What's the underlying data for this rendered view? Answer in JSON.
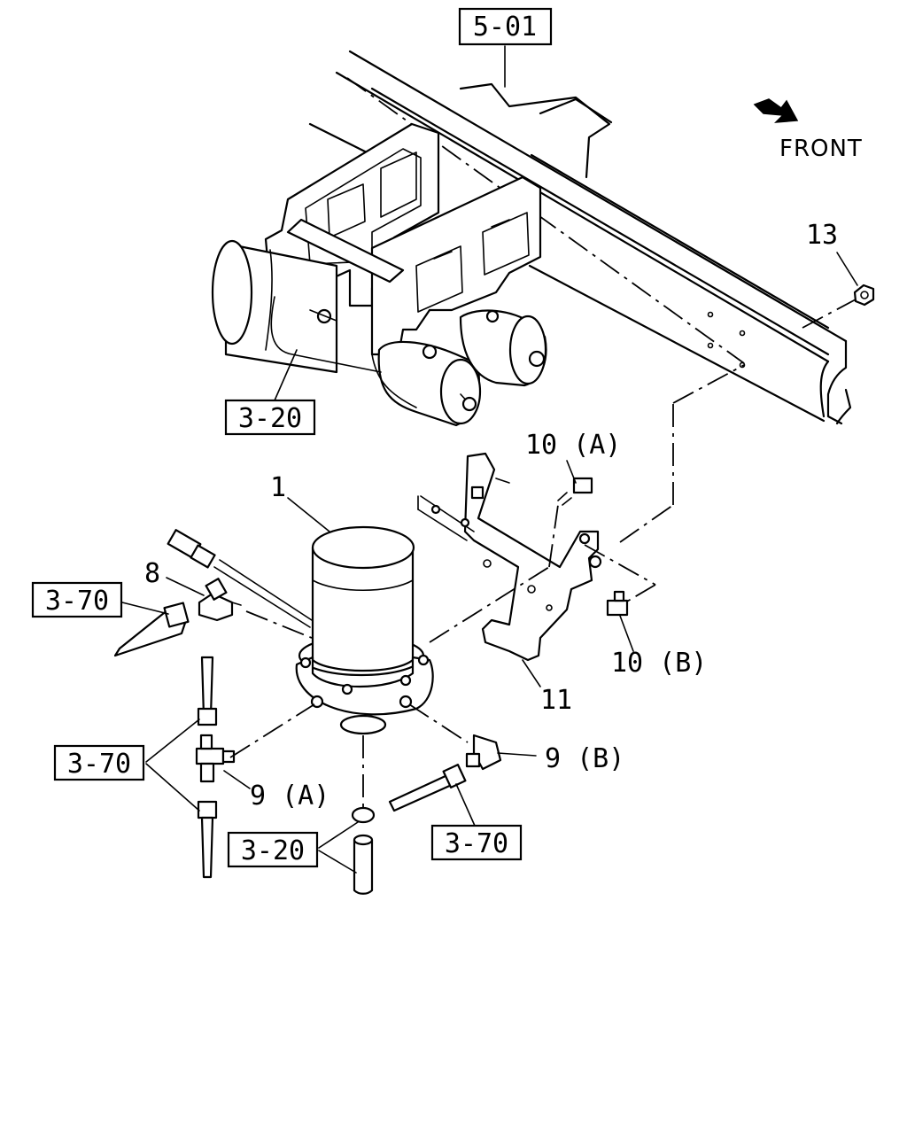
{
  "diagram": {
    "front_label": "FRONT",
    "refs": {
      "frame": "5-01",
      "tanks": "3-20",
      "pipe_8": "3-70",
      "pipe_9a": "3-70",
      "pipe_9b": "3-70",
      "hose_bottom": "3-20"
    },
    "parts": {
      "p1": "1",
      "p8": "8",
      "p9a": "9 (A)",
      "p9b": "9 (B)",
      "p10a": "10 (A)",
      "p10b": "10 (B)",
      "p11": "11",
      "p13": "13"
    }
  }
}
